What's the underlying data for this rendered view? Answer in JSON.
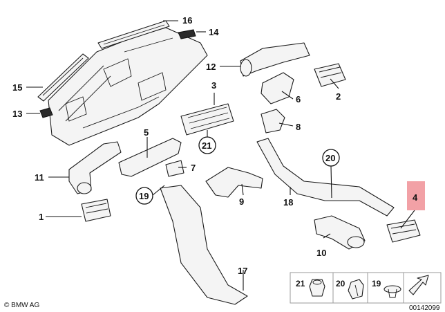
{
  "callouts": {
    "c1": "1",
    "c2": "2",
    "c3": "3",
    "c4": "4",
    "c6": "6",
    "c7": "7",
    "c8": "8",
    "c9": "9",
    "c10": "10",
    "c11": "11",
    "c12": "12",
    "c13": "13",
    "c14": "14",
    "c15": "15",
    "c16": "16",
    "c17": "17",
    "c18": "18",
    "c19": "19",
    "c20": "20",
    "c21": "21",
    "c5": "5"
  },
  "legend": {
    "l21": "21",
    "l20": "20",
    "l19": "19"
  },
  "footer": {
    "brand": "© BMW AG",
    "diagram_number": "00142099"
  },
  "highlight_color": "#f2a1a6"
}
